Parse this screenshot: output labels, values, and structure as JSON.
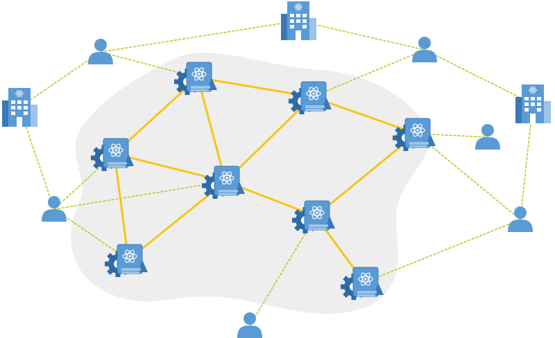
{
  "diagram": {
    "kind": "network",
    "nodes": [
      {
        "id": "building-top",
        "type": "building"
      },
      {
        "id": "building-left",
        "type": "building"
      },
      {
        "id": "building-right",
        "type": "building"
      },
      {
        "id": "user-1",
        "type": "user"
      },
      {
        "id": "user-2",
        "type": "user"
      },
      {
        "id": "user-3",
        "type": "user"
      },
      {
        "id": "user-4",
        "type": "user"
      },
      {
        "id": "user-5",
        "type": "user"
      },
      {
        "id": "user-6",
        "type": "user"
      },
      {
        "id": "server-1",
        "type": "server"
      },
      {
        "id": "server-2",
        "type": "server"
      },
      {
        "id": "server-3",
        "type": "server"
      },
      {
        "id": "server-4",
        "type": "server"
      },
      {
        "id": "server-5",
        "type": "server"
      },
      {
        "id": "server-6",
        "type": "server"
      },
      {
        "id": "server-7",
        "type": "server"
      },
      {
        "id": "server-8",
        "type": "server"
      }
    ],
    "solid_links": [
      [
        "server-1",
        "server-2"
      ],
      [
        "server-1",
        "server-3"
      ],
      [
        "server-1",
        "server-5"
      ],
      [
        "server-2",
        "server-5"
      ],
      [
        "server-2",
        "server-4"
      ],
      [
        "server-3",
        "server-5"
      ],
      [
        "server-3",
        "server-6"
      ],
      [
        "server-5",
        "server-6"
      ],
      [
        "server-5",
        "server-7"
      ],
      [
        "server-4",
        "server-7"
      ],
      [
        "server-7",
        "server-8"
      ]
    ],
    "dashed_links": [
      [
        "user-1",
        "server-1"
      ],
      [
        "user-1",
        "building-left"
      ],
      [
        "user-1",
        "building-top"
      ],
      [
        "building-top",
        "user-2"
      ],
      [
        "user-2",
        "server-2"
      ],
      [
        "user-2",
        "building-right"
      ],
      [
        "building-left",
        "user-3"
      ],
      [
        "user-3",
        "server-3"
      ],
      [
        "user-3",
        "server-5"
      ],
      [
        "user-3",
        "server-6"
      ],
      [
        "server-4",
        "user-4"
      ],
      [
        "server-4",
        "user-5"
      ],
      [
        "building-right",
        "user-5"
      ],
      [
        "user-5",
        "server-8"
      ],
      [
        "server-7",
        "user-6"
      ]
    ],
    "colors": {
      "solid_link": "#f5c518",
      "dashed_link": "#b7cc2a",
      "blob": "#eeeeee",
      "node_blue": "#5b9bd5",
      "node_blue_dark": "#3a78b8",
      "node_blue_light": "#9cc3e8",
      "gear": "#2d6aa8"
    },
    "icons": {
      "server": "atom-server-gear-icon",
      "building": "office-building-icon",
      "user": "user-icon"
    }
  }
}
